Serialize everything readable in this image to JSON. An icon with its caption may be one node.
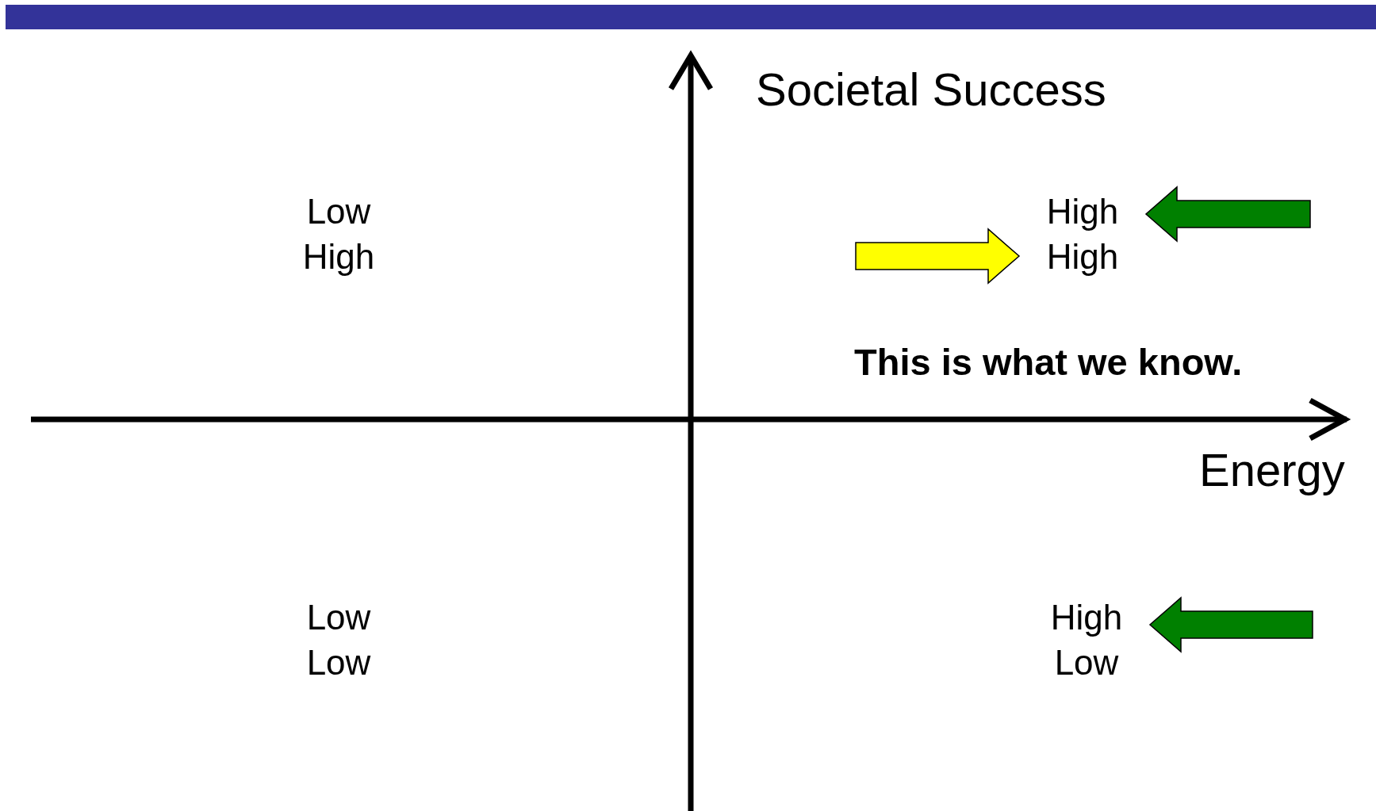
{
  "diagram": {
    "nodes": [
      {
        "text": [
          "Low",
          "High"
        ]
      },
      {
        "text": [
          "High",
          "High"
        ]
      },
      {
        "text": [
          "Low",
          "Low"
        ]
      },
      {
        "text": [
          "High",
          "Low"
        ]
      }
    ],
    "edges": [
      {
        "from": null,
        "to": 1,
        "arrow": "to",
        "color": "#008000"
      },
      {
        "from": null,
        "to": 1,
        "arrow": "to",
        "color": "#ffff00"
      },
      {
        "from": null,
        "to": 3,
        "arrow": "to",
        "color": "#008000"
      }
    ],
    "labels": [
      "Societal Success",
      "This is what we know.",
      "Energy"
    ]
  }
}
